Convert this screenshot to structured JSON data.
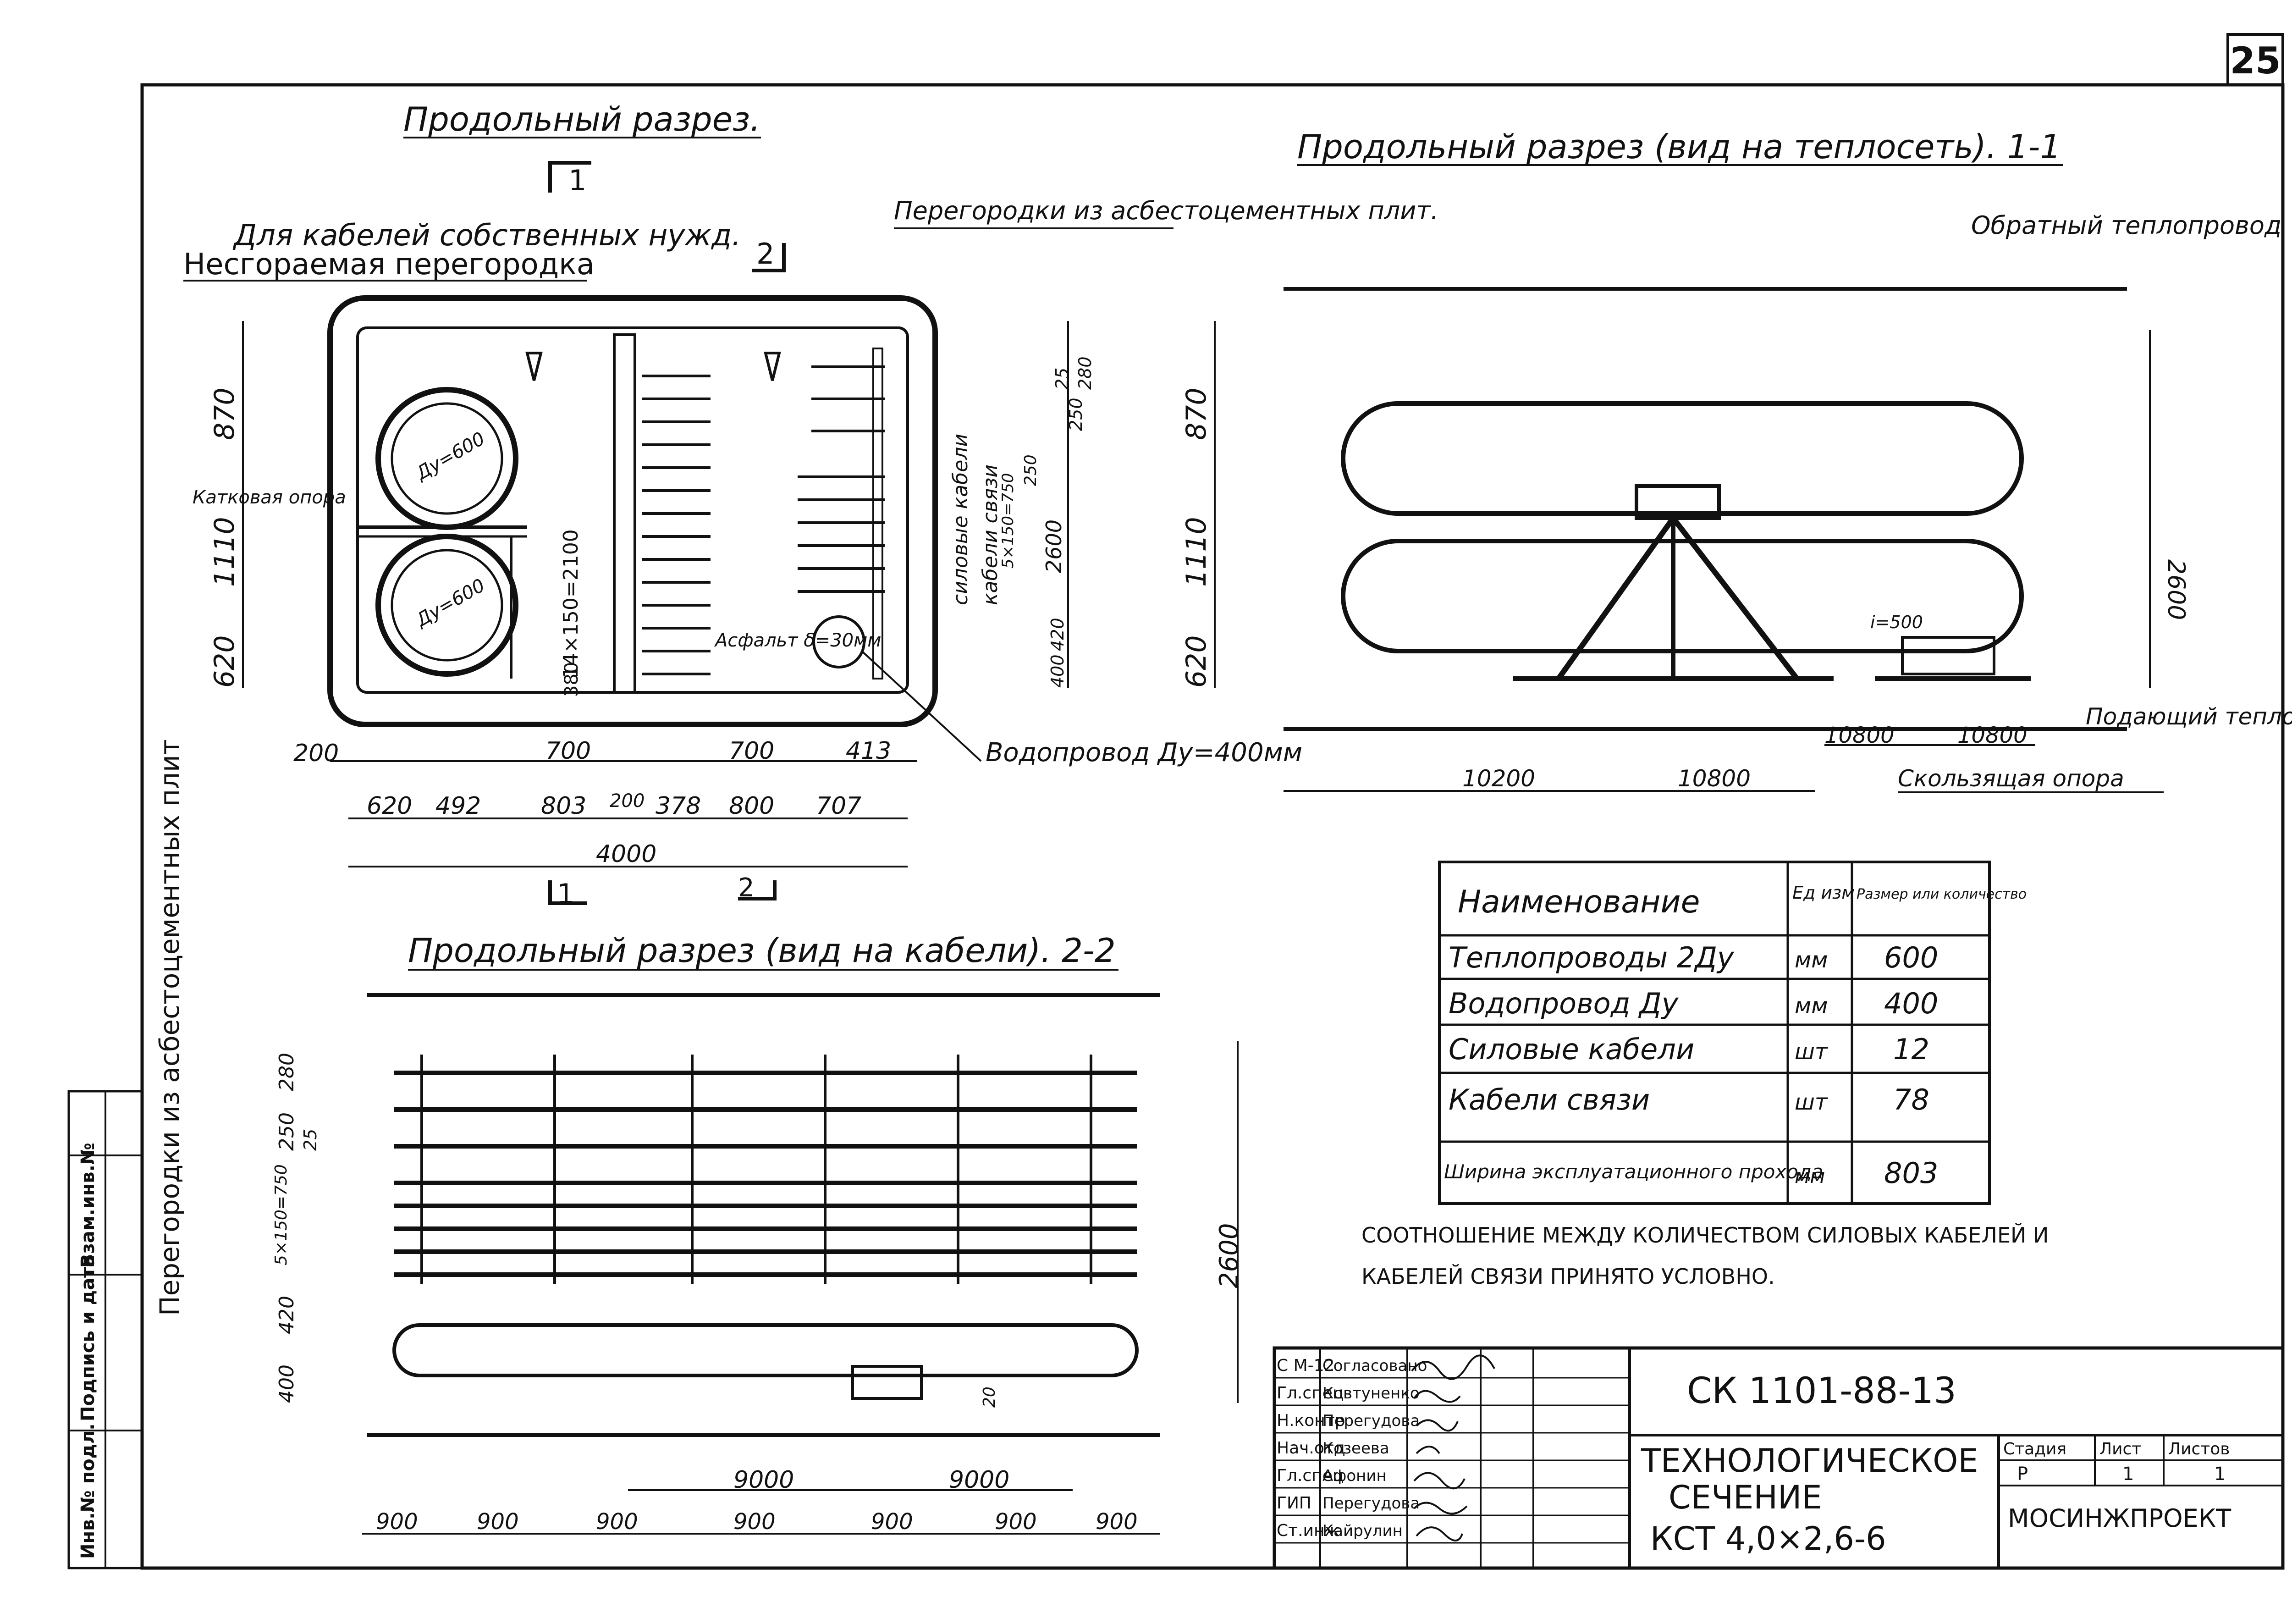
{
  "sheet_number": "25",
  "titles": {
    "section_main": "Продольный разрез.",
    "section_1_1": "Продольный разрез (вид на теплосеть). 1-1",
    "section_2_2": "Продольный разрез (вид на кабели). 2-2"
  },
  "cut_marks": {
    "c1": "1",
    "c2": "2"
  },
  "callouts": {
    "own_needs_cables": "Для кабелей собственных нужд.",
    "fireproof_partition": "Несгораемая перегородка",
    "partitions_asbestos": "Перегородки из асбестоцементных плит.",
    "partitions_asbestos_side": "Перегородки из асбестоцементных плит",
    "roller_support": "Катковая опора",
    "asphalt": "Асфальт δ=30мм",
    "water_main": "Водопровод Ду=400мм",
    "return_main": "Обратный теплопровод",
    "supply_main": "Подающий теплопровод",
    "sliding_support": "Скользящая опора",
    "power_cables": "силовые кабели",
    "comm_cables": "кабели связи"
  },
  "dims_main": {
    "h870": "870",
    "h1110": "1110",
    "h620": "620",
    "h380": "380",
    "h14x150": "14×150=2100",
    "pipe1": "Ду=600",
    "pipe2": "Ду=600",
    "r280": "280",
    "r25": "25",
    "r250a": "250",
    "r250b": "250",
    "r5x150": "5×150=750",
    "r420": "420",
    "r400": "400",
    "r2600": "2600",
    "b200": "200",
    "b700a": "700",
    "b700b": "700",
    "b413": "413",
    "b620": "620",
    "b492": "492",
    "b803": "803",
    "b200s": "200",
    "b378": "378",
    "b800": "800",
    "b707": "707",
    "b4000": "4000"
  },
  "dims_1_1": {
    "h870": "870",
    "h1110": "1110",
    "h620": "620",
    "h2600": "2600",
    "i500": "i=500",
    "d10800a": "10800",
    "d10800b": "10800",
    "d10200": "10200",
    "d10800c": "10800"
  },
  "dims_2_2": {
    "h280": "280",
    "h250": "250",
    "h25": "25",
    "h5x150": "5×150=750",
    "h420": "420",
    "h400": "400",
    "h2600": "2600",
    "h20": "20",
    "span1": "9000",
    "span2": "9000",
    "bays": [
      "900",
      "900",
      "900",
      "900",
      "900",
      "900",
      "900"
    ]
  },
  "spec_table": {
    "headers": {
      "name": "Наименование",
      "unit": "Ед изм",
      "value": "Размер или количество"
    },
    "rows": [
      {
        "name": "Теплопроводы 2Ду",
        "unit": "мм",
        "value": "600"
      },
      {
        "name": "Водопровод Ду",
        "unit": "мм",
        "value": "400"
      },
      {
        "name": "Силовые кабели",
        "unit": "шт",
        "value": "12"
      },
      {
        "name": "Кабели связи",
        "unit": "шт",
        "value": "78"
      },
      {
        "name": "Ширина эксплуатационного прохода",
        "unit": "мм",
        "value": "803"
      }
    ]
  },
  "note": {
    "line1": "СООТНОШЕНИЕ МЕЖДУ КОЛИЧЕСТВОМ СИЛОВЫХ КАБЕЛЕЙ И",
    "line2": "КАБЕЛЕЙ СВЯЗИ ПРИНЯТО УСЛОВНО."
  },
  "title_block": {
    "code": "СК 1101-88-13",
    "title_line1": "ТЕХНОЛОГИЧЕСКОЕ",
    "title_line2": "СЕЧЕНИЕ",
    "title_line3": "КСТ 4,0×2,6-6",
    "stage_label": "Стадия",
    "sheet_label": "Лист",
    "sheets_label": "Листов",
    "stage": "Р",
    "sheet": "1",
    "sheets": "1",
    "organization": "МОСИНЖПРОЕКТ",
    "signatures": [
      {
        "role": "С М-12",
        "name": "Согласовано"
      },
      {
        "role": "Гл.спец",
        "name": "Ковтуненко"
      },
      {
        "role": "Н.контр",
        "name": "Перегудова"
      },
      {
        "role": "Нач.отд",
        "name": "Козеева"
      },
      {
        "role": "Гл.спец",
        "name": "Афонин"
      },
      {
        "role": "ГИП",
        "name": "Перегудова"
      },
      {
        "role": "Ст.инж",
        "name": "Кайрулин"
      }
    ]
  },
  "side_stamp": [
    "Инв.№ подл.",
    "Подпись и дата",
    "Взам.инв.№"
  ]
}
